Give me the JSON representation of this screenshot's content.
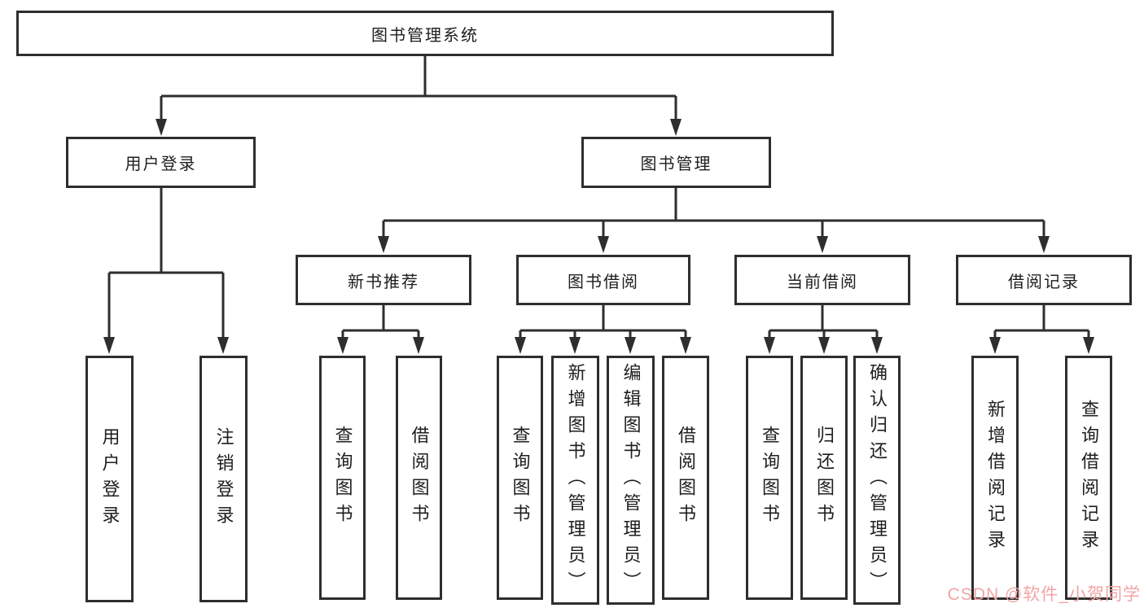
{
  "colors": {
    "line": "#2e2e2e",
    "text": "#1e1e1e",
    "watermark": "#f2a4a4",
    "bg": "#ffffff"
  },
  "tree": {
    "label": "图书管理系统",
    "children": [
      {
        "label": "用户登录",
        "children": [
          {
            "label": "用户登录"
          },
          {
            "label": "注销登录"
          }
        ]
      },
      {
        "label": "图书管理",
        "children": [
          {
            "label": "新书推荐",
            "children": [
              {
                "label": "查询图书"
              },
              {
                "label": "借阅图书"
              }
            ]
          },
          {
            "label": "图书借阅",
            "children": [
              {
                "label": "查询图书"
              },
              {
                "label": "新增图书（管理员）"
              },
              {
                "label": "编辑图书（管理员）"
              },
              {
                "label": "借阅图书"
              }
            ]
          },
          {
            "label": "当前借阅",
            "children": [
              {
                "label": "查询图书"
              },
              {
                "label": "归还图书"
              },
              {
                "label": "确认归还（管理员）"
              }
            ]
          },
          {
            "label": "借阅记录",
            "children": [
              {
                "label": "新增借阅记录"
              },
              {
                "label": "查询借阅记录"
              }
            ]
          }
        ]
      }
    ]
  },
  "watermark": {
    "text": "CSDN @软件_小贺同学"
  }
}
